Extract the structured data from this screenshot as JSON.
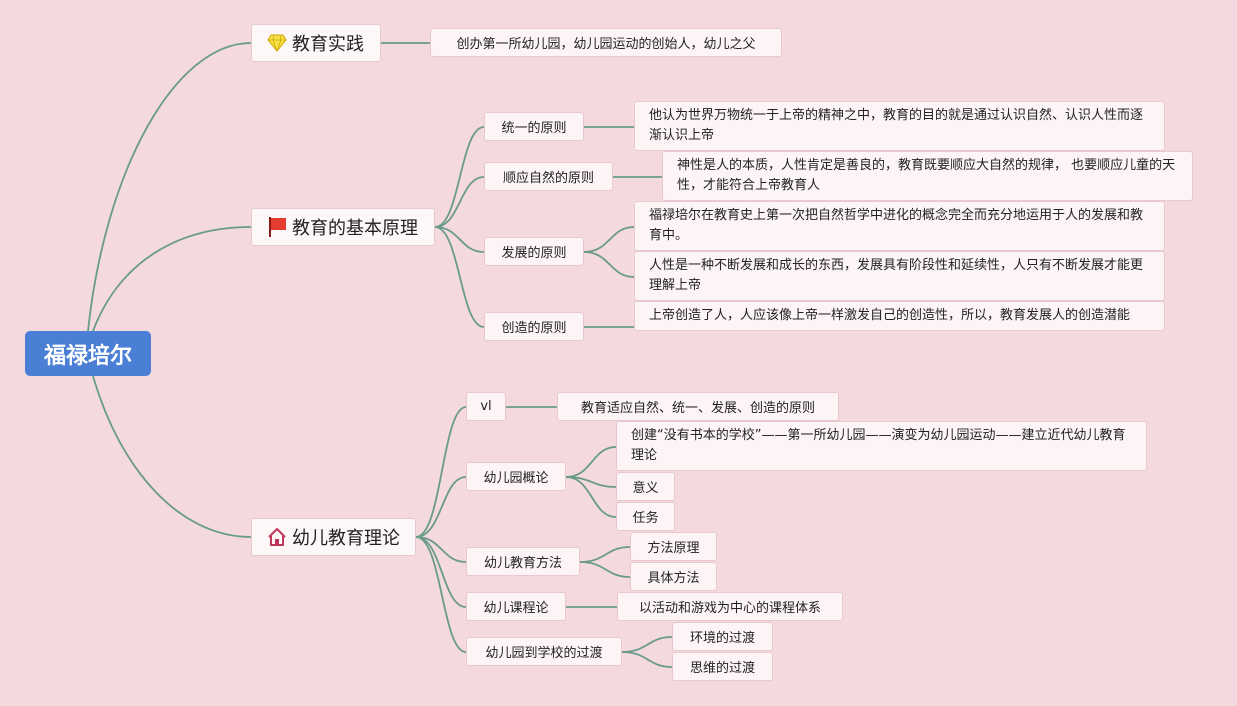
{
  "root": "福禄培尔",
  "branches": {
    "practice": {
      "label": "教育实践",
      "icon": "diamond-icon",
      "leaf": "创办第一所幼儿园，幼儿园运动的创始人，幼儿之父"
    },
    "principles": {
      "label": "教育的基本原理",
      "icon": "red-flag-icon",
      "unity": {
        "label": "统一的原则",
        "leaf": "他认为世界万物统一于上帝的精神之中，教育的目的就是通过认识自然、认识人性而逐渐认识上帝"
      },
      "nature": {
        "label": "顺应自然的原则",
        "leaf": "神性是人的本质，人性肯定是善良的，教育既要顺应大自然的规律， 也要顺应儿童的天性，才能符合上帝教育人"
      },
      "development": {
        "label": "发展的原则",
        "leaf1": "福禄培尔在教育史上第一次把自然哲学中进化的概念完全而充分地运用于人的发展和教育中。",
        "leaf2": "人性是一种不断发展和成长的东西，发展具有阶段性和延续性，人只有不断发展才能更理解上帝"
      },
      "creation": {
        "label": "创造的原则",
        "leaf": "上帝创造了人，人应该像上帝一样激发自己的创造性，所以，教育发展人的创造潜能"
      }
    },
    "theory": {
      "label": "幼儿教育理论",
      "icon": "house-icon",
      "vl": {
        "label": "vl",
        "leaf": "教育适应自然、统一、发展、创造的原则"
      },
      "kindergarten": {
        "label": "幼儿园概论",
        "leaf1": "创建“没有书本的学校”——第一所幼儿园——演变为幼儿园运动——建立近代幼儿教育理论",
        "leaf2": "意义",
        "leaf3": "任务"
      },
      "methods": {
        "label": "幼儿教育方法",
        "leaf1": "方法原理",
        "leaf2": "具体方法"
      },
      "curriculum": {
        "label": "幼儿课程论",
        "leaf": "以活动和游戏为中心的课程体系"
      },
      "transition": {
        "label": "幼儿园到学校的过渡",
        "leaf1": "环境的过渡",
        "leaf2": "思维的过渡"
      }
    }
  },
  "colors": {
    "connector": "#6a9b8a",
    "background": "#f4d9df",
    "root": "#4a7fd5"
  }
}
